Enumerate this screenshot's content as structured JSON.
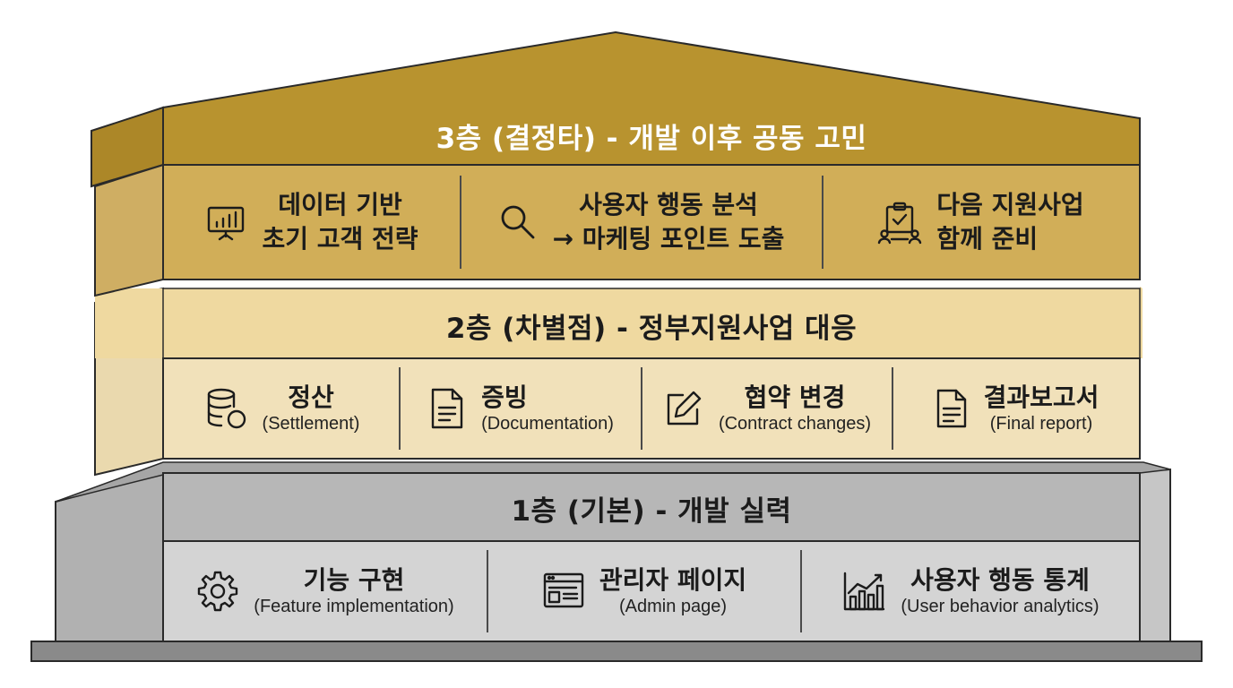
{
  "layer3": {
    "title": "3층 (결정타) - 개발 이후 공동 고민",
    "items": [
      {
        "line1": "데이터 기반",
        "line2": "초기 고객 전략",
        "icon": "presentation-chart-icon"
      },
      {
        "line1": "사용자 행동 분석",
        "line2": "→ 마케팅 포인트 도출",
        "icon": "magnifier-icon"
      },
      {
        "line1": "다음 지원사업",
        "line2": "함께 준비",
        "icon": "clipboard-team-icon"
      }
    ]
  },
  "layer2": {
    "title": "2층 (차별점) - 정부지원사업 대응",
    "items": [
      {
        "label": "정산",
        "sub": "(Settlement)",
        "icon": "coins-database-icon"
      },
      {
        "label": "증빙",
        "sub": "(Documentation)",
        "icon": "document-icon"
      },
      {
        "label": "협약 변경",
        "sub": "(Contract changes)",
        "icon": "edit-pencil-icon"
      },
      {
        "label": "결과보고서",
        "sub": "(Final report)",
        "icon": "report-document-icon"
      }
    ]
  },
  "layer1": {
    "title": "1층 (기본) - 개발 실력",
    "items": [
      {
        "label": "기능 구현",
        "sub": "(Feature implementation)",
        "icon": "gear-icon"
      },
      {
        "label": "관리자 페이지",
        "sub": "(Admin page)",
        "icon": "admin-window-icon"
      },
      {
        "label": "사용자 행동 통계",
        "sub": "(User behavior analytics)",
        "icon": "bar-line-chart-icon"
      }
    ]
  },
  "colors": {
    "roof": "#B8932F",
    "layer3_body": "#D1AE58",
    "layer2_band": "#EFD9A0",
    "layer2_body": "#F1E1BA",
    "layer1_band": "#B7B7B7",
    "layer1_body": "#D4D4D4",
    "base": "#8A8A8A"
  }
}
